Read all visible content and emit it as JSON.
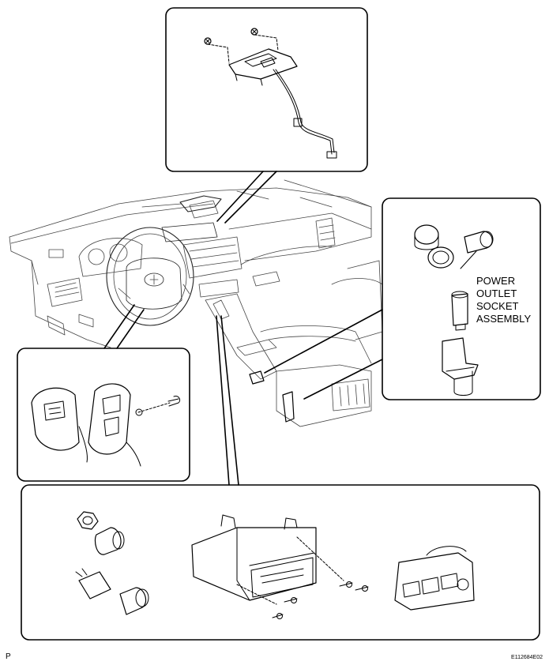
{
  "labels": {
    "power_outlet_line1": "POWER",
    "power_outlet_line2": "OUTLET",
    "power_outlet_line3": "SOCKET",
    "power_outlet_line4": "ASSEMBLY"
  },
  "footer": {
    "page_code": "P",
    "figure_code": "E112684E02"
  }
}
